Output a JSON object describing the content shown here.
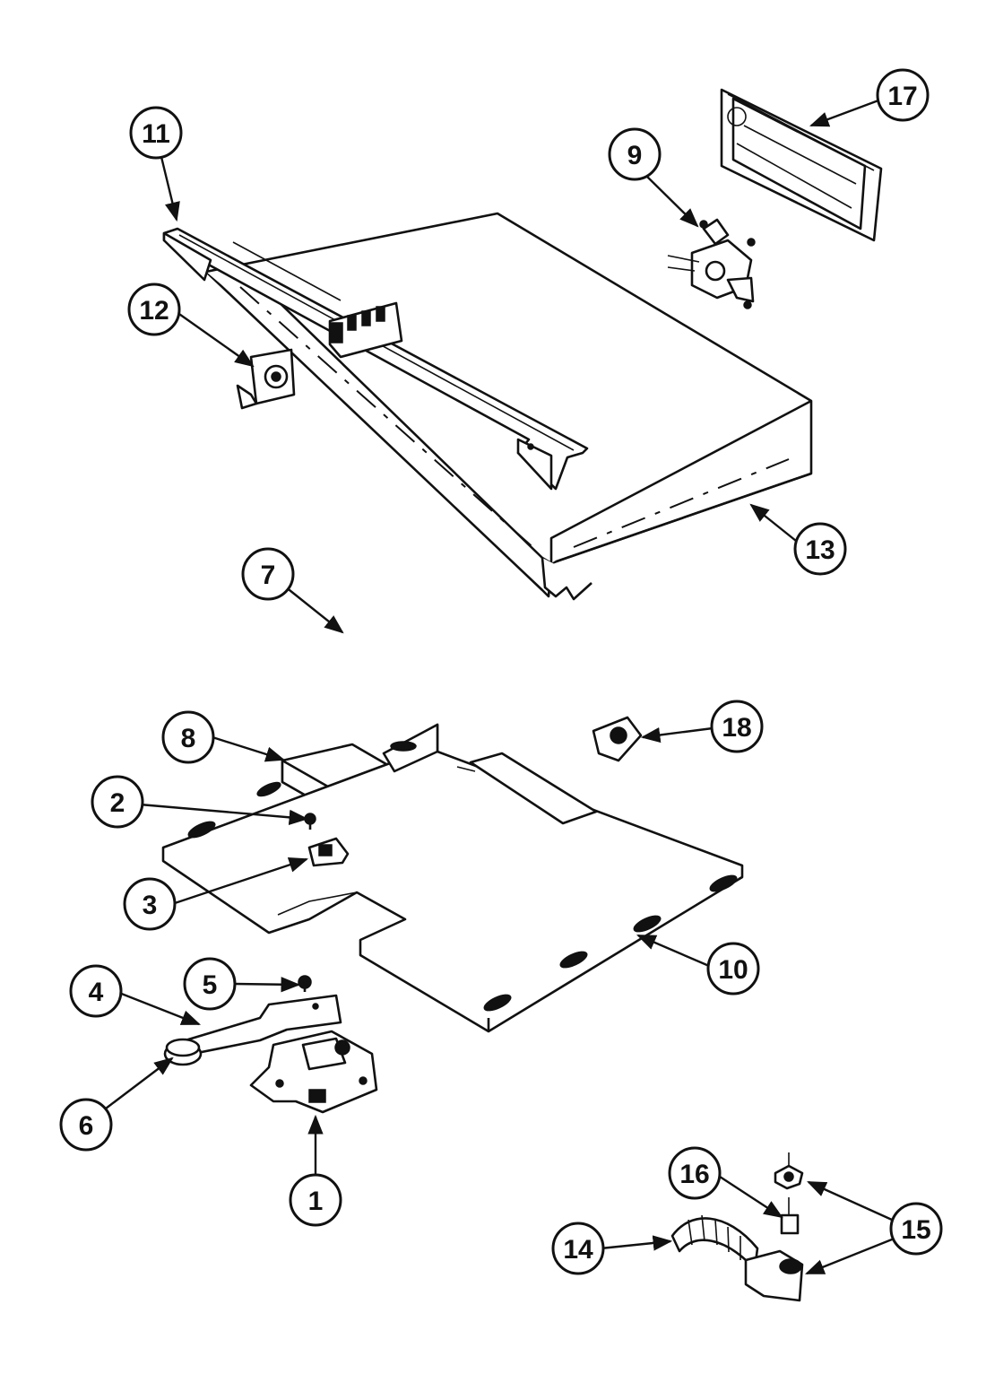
{
  "colors": {
    "ink": "#111111",
    "paper": "#ffffff"
  },
  "callouts": [
    {
      "id": "c1",
      "label": "1"
    },
    {
      "id": "c2",
      "label": "2"
    },
    {
      "id": "c3",
      "label": "3"
    },
    {
      "id": "c4",
      "label": "4"
    },
    {
      "id": "c5",
      "label": "5"
    },
    {
      "id": "c6",
      "label": "6"
    },
    {
      "id": "c7",
      "label": "7"
    },
    {
      "id": "c8",
      "label": "8"
    },
    {
      "id": "c9",
      "label": "9"
    },
    {
      "id": "c10",
      "label": "10"
    },
    {
      "id": "c11",
      "label": "11"
    },
    {
      "id": "c12",
      "label": "12"
    },
    {
      "id": "c13",
      "label": "13"
    },
    {
      "id": "c14",
      "label": "14"
    },
    {
      "id": "c15",
      "label": "15"
    },
    {
      "id": "c16",
      "label": "16"
    },
    {
      "id": "c17",
      "label": "17"
    },
    {
      "id": "c18",
      "label": "18"
    }
  ]
}
